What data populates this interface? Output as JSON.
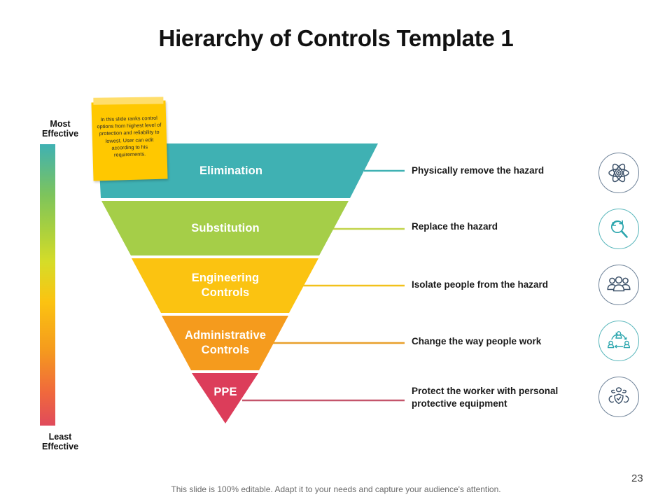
{
  "slide": {
    "title": "Hierarchy of Controls Template 1",
    "page_number": "23",
    "footer_note": "This slide is 100% editable. Adapt it to your needs and capture your audience's attention."
  },
  "sticky_note": {
    "text": "In this slide ranks control options from highest level of protection and reliability to lowest. User can edit according to his requirements.",
    "color": "#FFC800"
  },
  "scale": {
    "top_label": "Most Effective",
    "top_label_line1": "Most",
    "top_label_line2": "Effective",
    "bottom_label_line1": "Least",
    "bottom_label_line2": "Effective",
    "gradient_start": "#3FB1B3",
    "gradient_end": "#E04A5B"
  },
  "funnel": {
    "levels": [
      {
        "label": "Elimination",
        "label_line1": "Elimination",
        "label_line2": "",
        "description": "Physically remove the hazard",
        "description_line1": "Physically remove the hazard",
        "description_line2": "",
        "color": "#3FB1B3",
        "icon": "atom-icon"
      },
      {
        "label": "Substitution",
        "label_line1": "Substitution",
        "label_line2": "",
        "description": "Replace the hazard",
        "description_line1": "Replace the hazard",
        "description_line2": "",
        "color": "#A5CE48",
        "icon": "magnifier-refresh-icon"
      },
      {
        "label": "Engineering Controls",
        "label_line1": "Engineering",
        "label_line2": "Controls",
        "description": "Isolate people from the hazard",
        "description_line1": "Isolate people from the hazard",
        "description_line2": "",
        "color": "#FBC311",
        "icon": "people-group-icon"
      },
      {
        "label": "Administrative Controls",
        "label_line1": "Administrative",
        "label_line2": "Controls",
        "description": "Change the way people work",
        "description_line1": "Change the way people work",
        "description_line2": "",
        "color": "#F59B1D",
        "icon": "people-network-icon"
      },
      {
        "label": "PPE",
        "label_line1": "PPE",
        "label_line2": "",
        "description": "Protect the worker with personal protective equipment",
        "description_line1": "Protect the worker with personal",
        "description_line2": "protective equipment",
        "color": "#DC3D5A",
        "icon": "shield-protection-icon"
      }
    ]
  }
}
